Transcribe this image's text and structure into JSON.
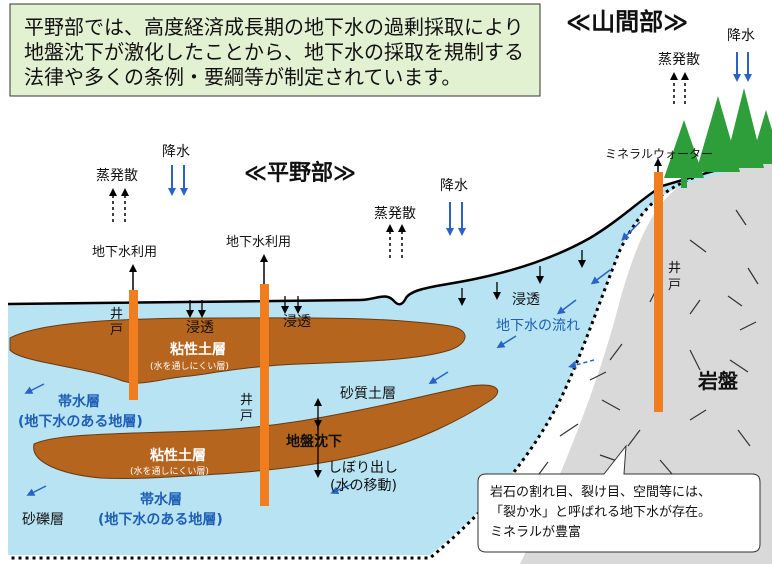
{
  "intro": {
    "lines": [
      "平野部では、高度経済成長期の地下水の過剰採取により",
      "地盤沈下が激化したことから、地下水の採取を規制する",
      "法律や多くの条例・要綱等が制定されています。"
    ]
  },
  "mountain": {
    "title": "≪山間部≫",
    "rain": "降水",
    "evap": "蒸発散",
    "mineral": "ミネラルウォーター",
    "well": "井戸",
    "bedrock": "岩盤",
    "note_lines": [
      "岩石の割れ目、裂け目、空間等には、",
      "「裂か水」と呼ばれる地下水が存在。",
      "ミネラルが豊富"
    ]
  },
  "plain": {
    "title": "≪平野部≫",
    "evap1": "蒸発散",
    "rain1": "降水",
    "evap2": "蒸発散",
    "rain2": "降水",
    "use1": "地下水利用",
    "use2": "地下水利用",
    "well1": "井戸",
    "well2": "井戸",
    "infil1": "浸透",
    "infil2": "浸透",
    "infil3": "浸透",
    "flow": "地下水の流れ",
    "clay1": "粘性土層",
    "clay1_sub": "(水を通しにくい層)",
    "clay2": "粘性土層",
    "clay2_sub": "(水を通しにくい層)",
    "sand": "砂質土層",
    "aquifer1_a": "帯水層",
    "aquifer1_b": "(地下水のある地層)",
    "aquifer2_a": "帯水層",
    "aquifer2_b": "(地下水のある地層)",
    "subsidence": "地盤沈下",
    "squeeze_a": "しぼり出し",
    "squeeze_b": "(水の移動)",
    "gravel": "砂礫層"
  },
  "colors": {
    "water": "#b7e3f2",
    "clay": "#b5651d",
    "pipe": "#f07e1e",
    "bedrock": "#d9d9d9",
    "tree": "#2e9e3a",
    "blue_text": "#1f5fb5",
    "intro_bg": "#e3f1d3"
  }
}
